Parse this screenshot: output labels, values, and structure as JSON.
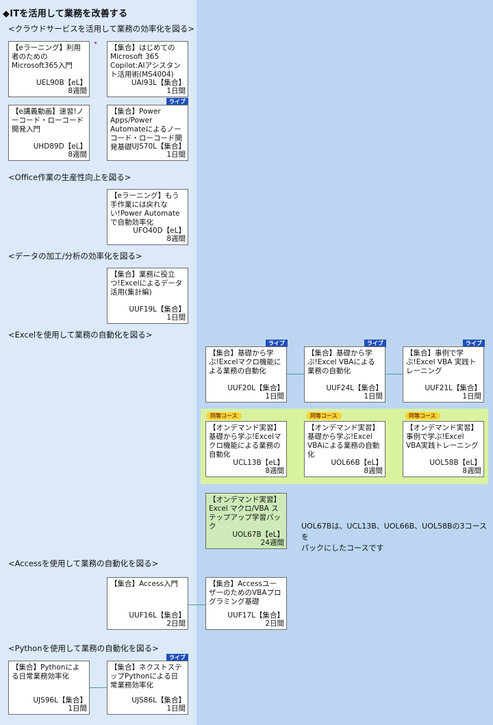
{
  "title": "◆ITを活用して業務を改善する",
  "sections": {
    "cloud": "<クラウドサービスを活用して業務の効率化を図る>",
    "office": "<Office作業の生産性向上を図る>",
    "data": "<データの加工/分析の効率化を図る>",
    "excel": "<Excelを使用して業務の自動化を図る>",
    "access": "<Accessを使用して業務の自動化を図る>",
    "python": "<Pythonを使用して業務の自動化を図る>"
  },
  "labels": {
    "live": "ライブ",
    "equivalent": "同等コース"
  },
  "note": "UOL67Bは、UCL13B、UOL66B、UOL58Bの3コースを\nパックにしたコースです",
  "courses": {
    "uel90b": {
      "title": "【eラーニング】利用者のためのMicrosoft365入門",
      "code": "UEL90B【eL】",
      "duration": "8週間"
    },
    "uai93l": {
      "title": "【集合】はじめてのMicrosoft 365 Copilot:AIアシスタント活用術(MS4004)",
      "code": "UAI93L【集合】",
      "duration": "1日間"
    },
    "uhd89d": {
      "title": "【e講義動画】速習!ノーコード・ローコード開発入門",
      "code": "UHD89D【eL】",
      "duration": "8週間"
    },
    "ujs70l": {
      "title": "【集合】Power Apps/Power Automateによるノーコード・ローコード開発基礎",
      "code": "UJS70L【集合】",
      "duration": "1日間"
    },
    "ufo40d": {
      "title": "【eラーニング】もう手作業には戻れない!Power Automateで自動効率化",
      "code": "UFO40D【eL】",
      "duration": "8週間"
    },
    "uuf19l": {
      "title": "【集合】業務に役立つ!Excelによるデータ活用(集計編)",
      "code": "UUF19L【集合】",
      "duration": "1日間"
    },
    "uuf20l": {
      "title": "【集合】基礎から学ぶ!Excelマクロ機能による業務の自動化",
      "code": "UUF20L【集合】",
      "duration": "1日間"
    },
    "uuf24l": {
      "title": "【集合】基礎から学ぶ!Excel VBAによる業務の自動化",
      "code": "UUF24L【集合】",
      "duration": "1日間"
    },
    "uuf21l": {
      "title": "【集合】事例で学ぶ!Excel VBA 実践トレーニング",
      "code": "UUF21L【集合】",
      "duration": "1日間"
    },
    "ucl13b": {
      "title": "【オンデマンド実習】基礎から学ぶ!Excelマクロ機能による業務の自動化",
      "code": "UCL13B【eL】",
      "duration": "8週間"
    },
    "uol66b": {
      "title": "【オンデマンド実習】基礎から学ぶ!Excel VBAによる業務の自動化",
      "code": "UOL66B【eL】",
      "duration": "8週間"
    },
    "uol58b": {
      "title": "【オンデマンド実習】事例で学ぶ!Excel VBA実践トレーニング",
      "code": "UOL58B【eL】",
      "duration": "8週間"
    },
    "uol67b": {
      "title": "【オンデマンド実習】Excel マクロ/VBA ステップアップ学習パック",
      "code": "UOL67B【eL】",
      "duration": "24週間"
    },
    "uuf16l": {
      "title": "【集合】Access入門",
      "code": "UUF16L【集合】",
      "duration": "2日間"
    },
    "uuf17l": {
      "title": "【集合】AccessユーザーのためのVBAプログラミング基礎",
      "code": "UUF17L【集合】",
      "duration": "2日間"
    },
    "ujs96l": {
      "title": "【集合】Pythonによる日常業務効率化",
      "code": "UJS96L【集合】",
      "duration": "1日間"
    },
    "ujs86l": {
      "title": "【集合】ネクストステップPythonによる日常業務効率化",
      "code": "UJS86L【集合】",
      "duration": "1日間"
    }
  }
}
